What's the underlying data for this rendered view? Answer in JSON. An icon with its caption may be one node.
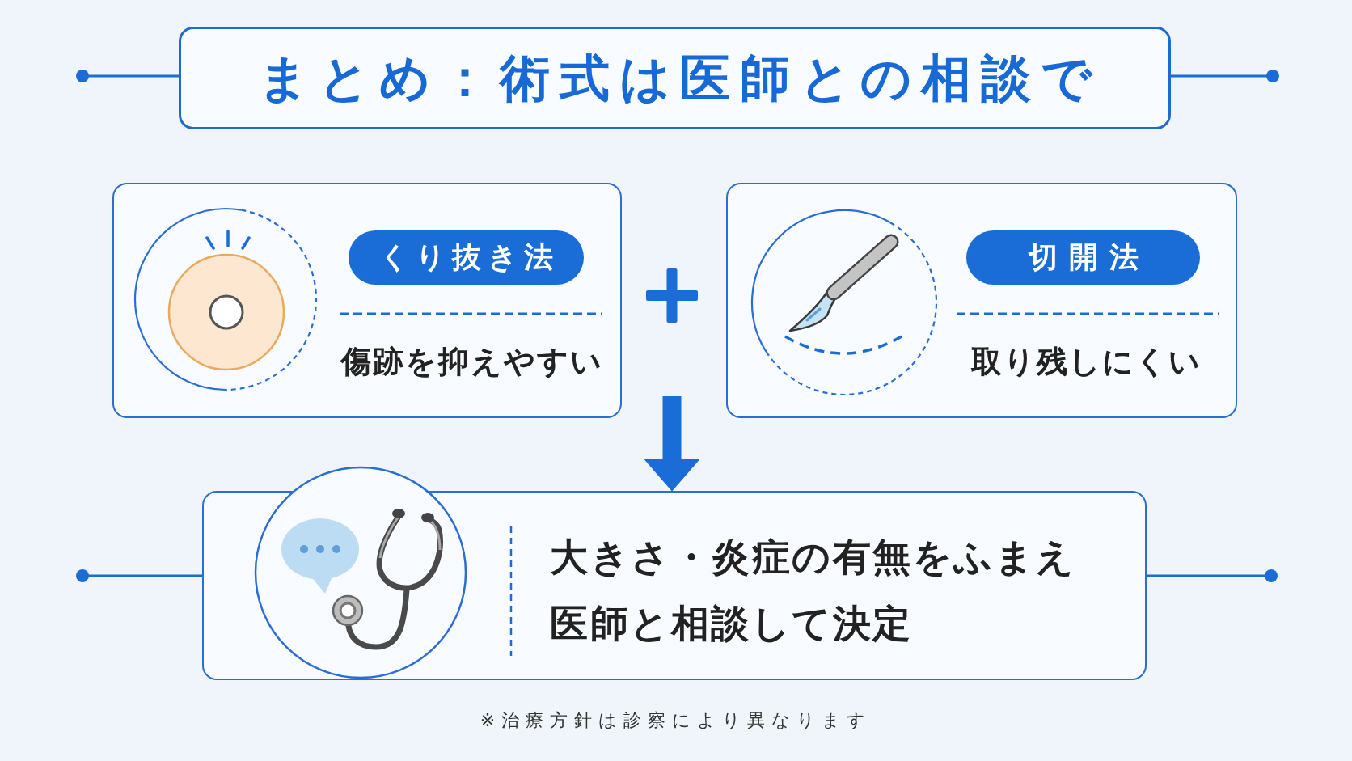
{
  "diagram": {
    "title": "まとめ：術式は医師との相談で",
    "nodes": [
      {
        "text": [
          "くり抜き法",
          "傷跡を抑えやすい"
        ]
      },
      {
        "text": [
          "切開法",
          "取り残しにくい"
        ]
      },
      {
        "text": [
          "大きさ・炎症の有無をふまえ医師と相談して決定"
        ]
      }
    ],
    "edges": [
      {
        "from": null,
        "to": 2,
        "arrow": "to"
      }
    ],
    "caption": "※治療方針は診察により異なります"
  }
}
